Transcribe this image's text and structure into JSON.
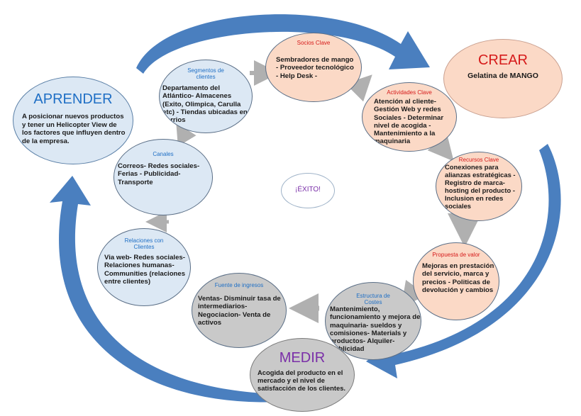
{
  "colors": {
    "arrow_blue": "#4a7fbf",
    "small_arrow": "#b0b0b0",
    "blue_fill": "#dce8f4",
    "peach_fill": "#fbd9c6",
    "grey_fill": "#c9c9c9",
    "aprender_title": "#1f6fc5",
    "crear_title": "#d61a1a",
    "medir_title": "#7a2fa8"
  },
  "aprender": {
    "title": "APRENDER",
    "text": "A posicionar nuevos productos y tener un Helicopter View de los factores que influyen dentro de la empresa."
  },
  "crear": {
    "title": "CREAR",
    "text": "Gelatina de MANGO"
  },
  "medir": {
    "title": "MEDIR",
    "text": "Acogida del producto en el mercado y el nivel de satisfacción de los clientes."
  },
  "center_label": "¡ÉXITO!",
  "blocks": {
    "socios": {
      "title": "Socios Clave",
      "text": "Sembradores de mango - Proveedor tecnológico - Help Desk -"
    },
    "actividades": {
      "title": "Actividades Clave",
      "text": "Atención al cliente- Gestión Web y redes Sociales - Determinar nivel de acogida - Mantenimiento a la maquinaria"
    },
    "recursos": {
      "title": "Recursos Clave",
      "text": "Conexiones para alianzas estratégicas - Registro de marca-hosting del producto - Inclusion en redes sociales"
    },
    "propuesta": {
      "title": "Propuesta de valor",
      "text": "Mejoras en prestación del servicio, marca y precios - Politicas de devolución y cambios"
    },
    "estructura": {
      "title": "Estructura de Costes",
      "text": "Mantenimiento, funcionamiento y mejora de maquinaria- sueldos y comisiones- Materials y productos- Alquiler-Publicidad"
    },
    "fuente": {
      "title": "Fuente de ingresos",
      "text": "Ventas- Disminuir tasa de intermediarios-Negociacion- Venta de activos"
    },
    "relaciones": {
      "title": "Relaciones con Clientes",
      "text": "Via web- Redes sociales- Relaciones humanas- Communities (relaciones entre clientes)"
    },
    "canales": {
      "title": "Canales",
      "text": "Correos- Redes sociales-Ferias - Publicidad-Transporte"
    },
    "segmentos": {
      "title": "Segmentos de clientes",
      "text": "Departamento del Atlántico- Almacenes (Exito, Olimpica, Carulla etc) - Tiendas ubicadas en barrios"
    }
  }
}
